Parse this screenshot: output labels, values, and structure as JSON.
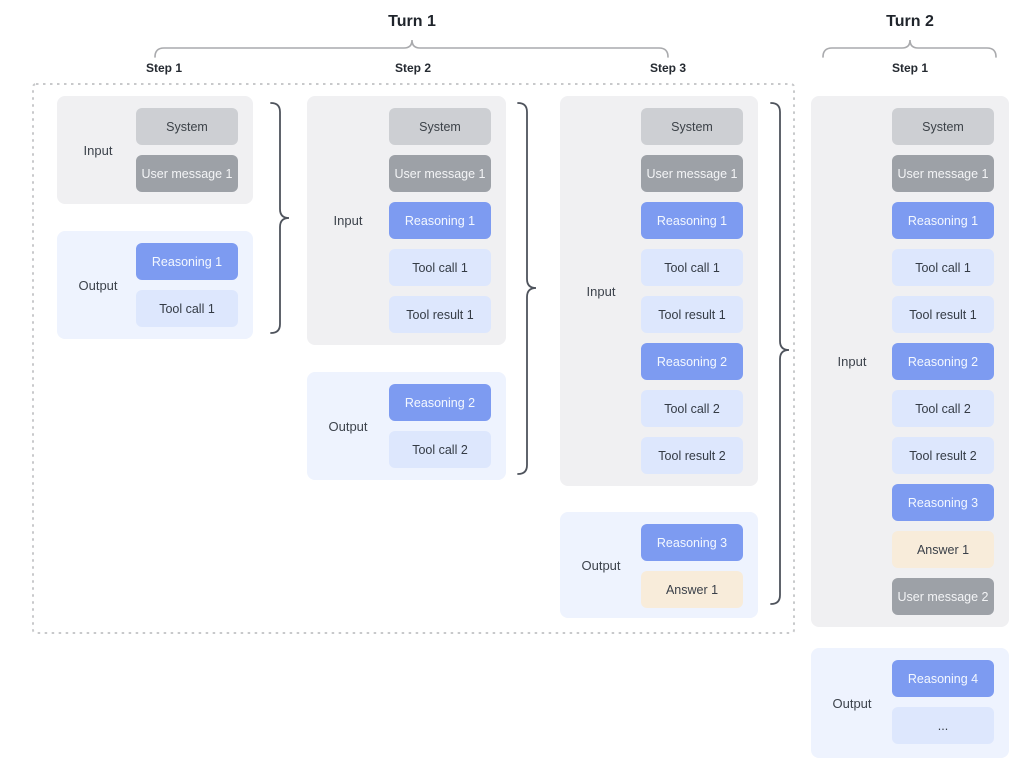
{
  "turns": [
    {
      "title": "Turn 1"
    },
    {
      "title": "Turn 2"
    }
  ],
  "columns": [
    {
      "step_label": "Step 1",
      "input": {
        "label": "Input",
        "items": [
          "System",
          "User message 1"
        ]
      },
      "output": {
        "label": "Output",
        "items": [
          "Reasoning 1",
          "Tool call 1"
        ]
      }
    },
    {
      "step_label": "Step 2",
      "input": {
        "label": "Input",
        "items": [
          "System",
          "User message 1",
          "Reasoning 1",
          "Tool call 1",
          "Tool result 1"
        ]
      },
      "output": {
        "label": "Output",
        "items": [
          "Reasoning 2",
          "Tool call 2"
        ]
      }
    },
    {
      "step_label": "Step 3",
      "input": {
        "label": "Input",
        "items": [
          "System",
          "User message 1",
          "Reasoning 1",
          "Tool call 1",
          "Tool result 1",
          "Reasoning 2",
          "Tool call 2",
          "Tool result 2"
        ]
      },
      "output": {
        "label": "Output",
        "items": [
          "Reasoning 3",
          "Answer 1"
        ]
      }
    },
    {
      "step_label": "Step 1",
      "input": {
        "label": "Input",
        "items": [
          "System",
          "User message 1",
          "Reasoning 1",
          "Tool call 1",
          "Tool result 1",
          "Reasoning 2",
          "Tool call 2",
          "Tool result 2",
          "Reasoning 3",
          "Answer 1",
          "User message 2"
        ]
      },
      "output": {
        "label": "Output",
        "items": [
          "Reasoning 4",
          "..."
        ]
      }
    }
  ],
  "colors": {
    "reasoning_box": "#7d9bf1",
    "user_message_box": "#9da1a7",
    "system_box": "#cdcfd3",
    "tool_box": "#dde7fd",
    "answer_box": "#f8ecda",
    "input_panel": "#f0f0f2",
    "output_panel": "#eef3fe",
    "dashed_border": "#c8c9cb",
    "brace_dark": "#4e535c",
    "brace_light": "#a9aaad"
  }
}
